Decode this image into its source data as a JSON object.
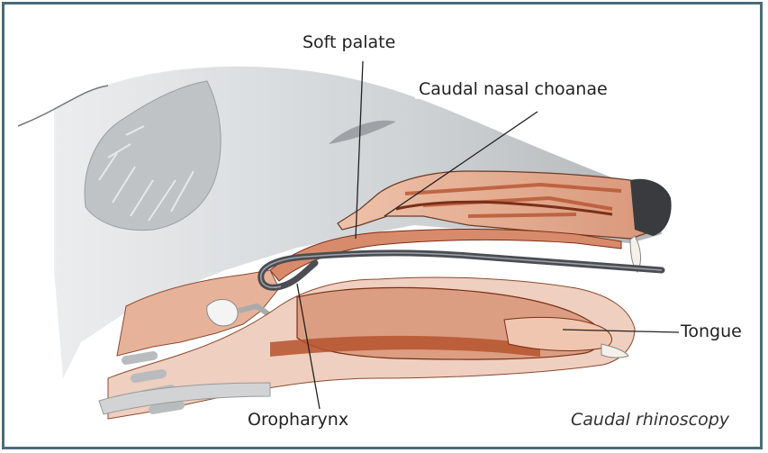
{
  "labels": {
    "soft_palate": "Soft palate",
    "caudal_nasal_choanae": "Caudal nasal choanae",
    "tongue": "Tongue",
    "oropharynx": "Oropharynx"
  },
  "caption": "Caudal rhinoscopy",
  "colors": {
    "frame": "#4b6b7a",
    "head": "#cfd3d6",
    "tissue": "#e8b59c",
    "muscle": "#b5522e",
    "scope": "#4a4d52"
  }
}
